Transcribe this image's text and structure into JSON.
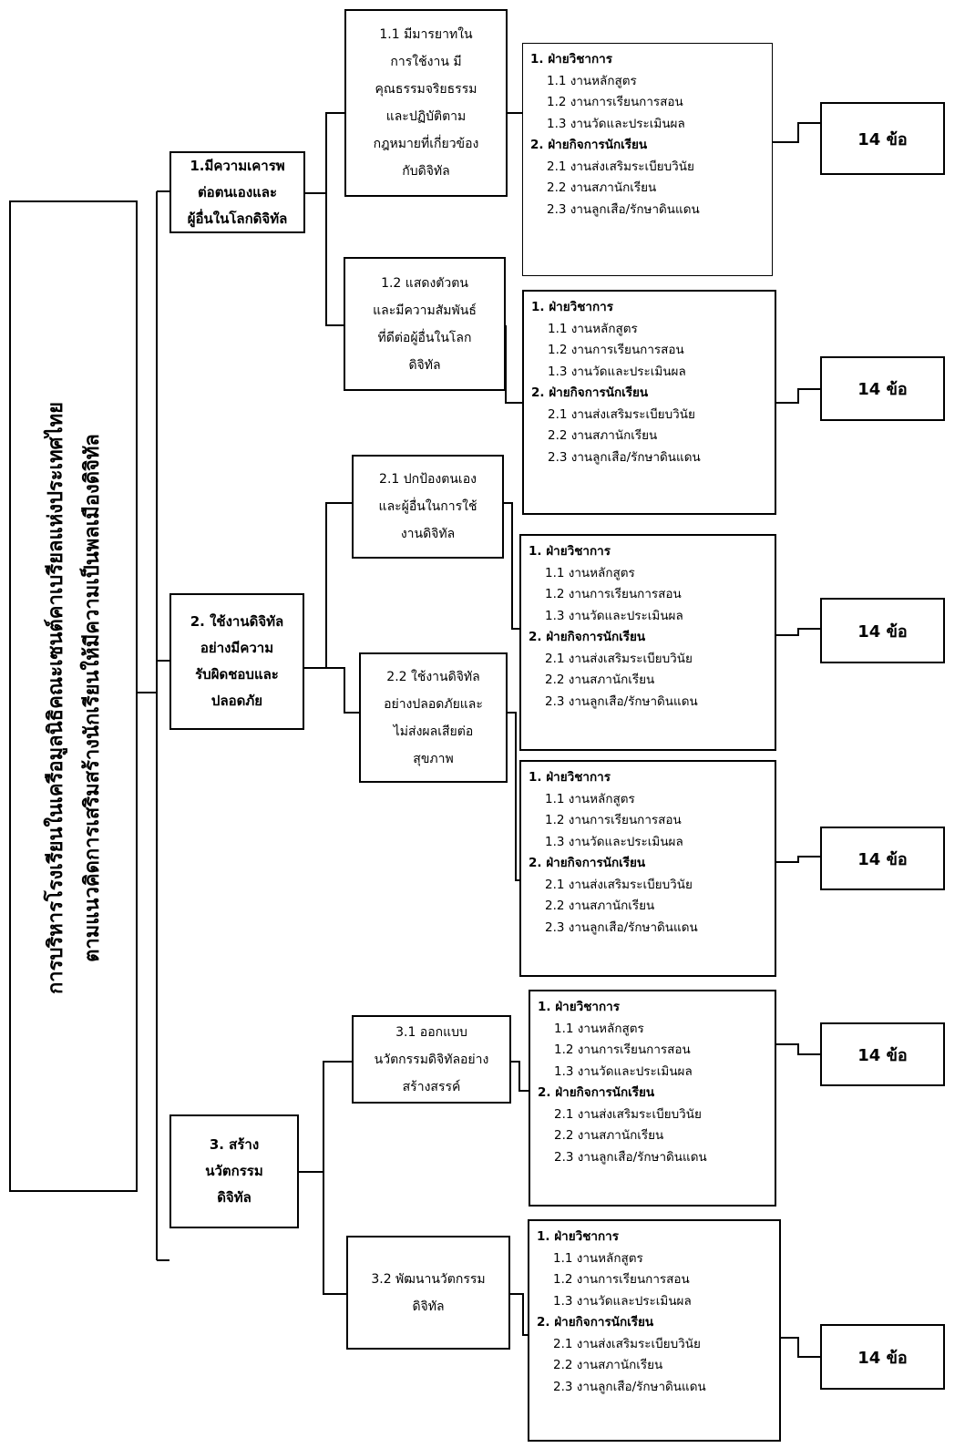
{
  "root": {
    "title_line1": "การบริหารโรงเรียนในเครือมูลนิธิคณะเซนต์คาเบรียลแห่งประเทศไทย",
    "title_line2": "ตามแนวคิดการเสริมสร้างนักเรียนให้มีความเป็นพลเมืองดิจิทัล"
  },
  "dimensions": [
    {
      "lines": [
        "1.มีความเคารพ",
        "ต่อตนเองและ",
        "ผู้อื่นในโลกดิจิทัล"
      ]
    },
    {
      "lines": [
        "2. ใช้งานดิจิทัล",
        "อย่างมีความ",
        "รับผิดชอบและ",
        "ปลอดภัย"
      ]
    },
    {
      "lines": [
        "3. สร้าง",
        "นวัตกรรม",
        "ดิจิทัล"
      ]
    }
  ],
  "subdimensions": [
    {
      "lines": [
        "1.1 มีมารยาทใน",
        "การใช้งาน มี",
        "คุณธรรมจริยธรรม",
        "และปฏิบัติตาม",
        "กฎหมายที่เกี่ยวข้อง",
        "กับดิจิทัล"
      ]
    },
    {
      "lines": [
        "1.2 แสดงตัวตน",
        "และมีความสัมพันธ์",
        "ที่ดีต่อผู้อื่นในโลก",
        "ดิจิทัล"
      ]
    },
    {
      "lines": [
        "2.1 ปกป้องตนเอง",
        "และผู้อื่นในการใช้",
        "งานดิจิทัล"
      ]
    },
    {
      "lines": [
        "2.2 ใช้งานดิจิทัล",
        "อย่างปลอดภัยและ",
        "ไม่ส่งผลเสียต่อ",
        "สุขภาพ"
      ]
    },
    {
      "lines": [
        "3.1 ออกแบบ",
        "นวัตกรรมดิจิทัลอย่าง",
        "สร้างสรรค์"
      ]
    },
    {
      "lines": [
        "3.2 พัฒนานวัตกรรม",
        "ดิจิทัล"
      ]
    }
  ],
  "departments": {
    "academic": {
      "heading": "1. ฝ่ายวิชาการ",
      "items": [
        "1.1 งานหลักสูตร",
        "1.2 งานการเรียนการสอน",
        "1.3 งานวัดและประเมินผล"
      ]
    },
    "student_affairs": {
      "heading": "2. ฝ่ายกิจการนักเรียน",
      "items": [
        "2.1 งานส่งเสริมระเบียบวินัย",
        "2.2 งานสภานักเรียน",
        "2.3 งานลูกเสือ/รักษาดินแดน"
      ]
    }
  },
  "counts": [
    "14 ข้อ",
    "14 ข้อ",
    "14 ข้อ",
    "14 ข้อ",
    "14 ข้อ",
    "14 ข้อ"
  ]
}
